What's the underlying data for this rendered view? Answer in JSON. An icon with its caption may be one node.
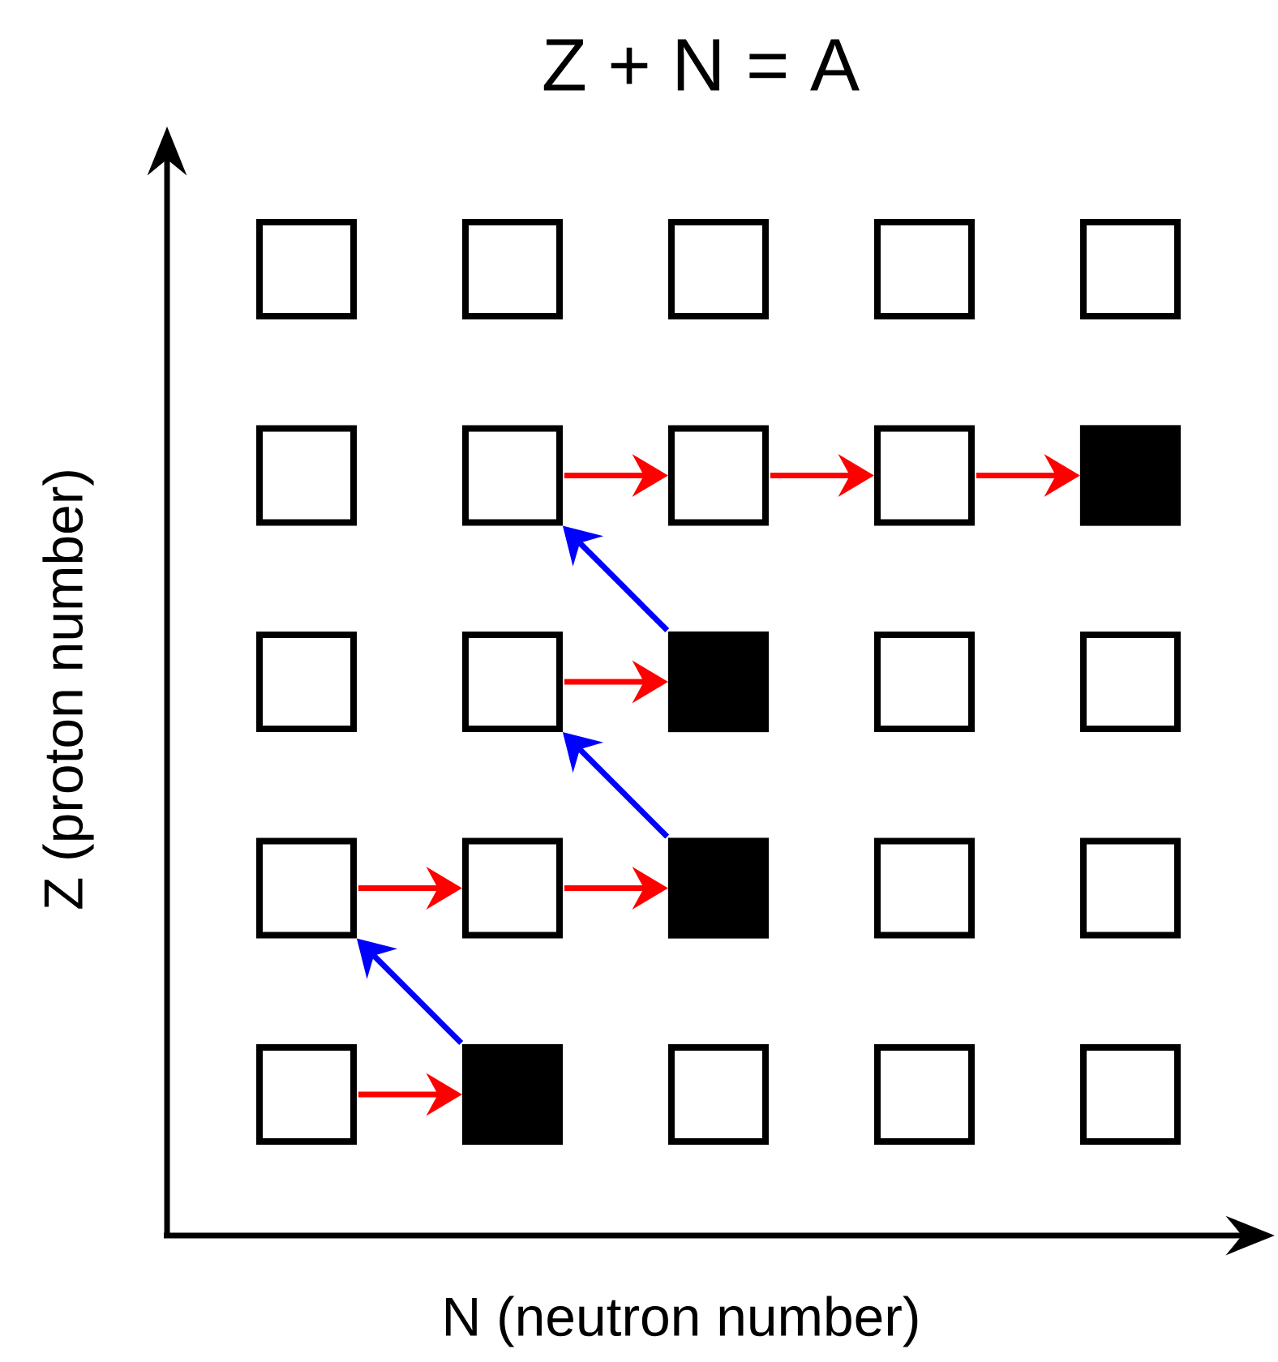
{
  "diagram": {
    "title": "Z + N = A",
    "nodes": [
      {
        "text": [],
        "shape": "box"
      },
      {
        "text": [],
        "shape": "box"
      },
      {
        "text": [],
        "shape": "box"
      },
      {
        "text": [],
        "shape": "box"
      },
      {
        "text": [],
        "shape": "box"
      },
      {
        "text": [],
        "shape": "box"
      },
      {
        "text": [],
        "shape": "box"
      },
      {
        "text": [],
        "shape": "box"
      },
      {
        "text": [],
        "shape": "box"
      },
      {
        "text": [],
        "shape": "block"
      },
      {
        "text": [],
        "shape": "box"
      },
      {
        "text": [],
        "shape": "box"
      },
      {
        "text": [],
        "shape": "block"
      },
      {
        "text": [],
        "shape": "box"
      },
      {
        "text": [],
        "shape": "box"
      },
      {
        "text": [],
        "shape": "box"
      },
      {
        "text": [],
        "shape": "box"
      },
      {
        "text": [],
        "shape": "block"
      },
      {
        "text": [],
        "shape": "box"
      },
      {
        "text": [],
        "shape": "box"
      },
      {
        "text": [],
        "shape": "box"
      },
      {
        "text": [],
        "shape": "block"
      },
      {
        "text": [],
        "shape": "box"
      },
      {
        "text": [],
        "shape": "box"
      },
      {
        "text": [],
        "shape": "box"
      }
    ],
    "edges": [
      {
        "from": 20,
        "to": 21,
        "arrow": "to"
      },
      {
        "from": 21,
        "to": 15,
        "arrow": "to",
        "color": "#0000ff"
      },
      {
        "from": 15,
        "to": 16,
        "arrow": "to"
      },
      {
        "from": 16,
        "to": 17,
        "arrow": "to"
      },
      {
        "from": 17,
        "to": 11,
        "arrow": "to",
        "color": "#0000ff"
      },
      {
        "from": 11,
        "to": 12,
        "arrow": "to"
      },
      {
        "from": 12,
        "to": 6,
        "arrow": "to",
        "color": "#0000ff"
      },
      {
        "from": 6,
        "to": 7,
        "arrow": "to"
      },
      {
        "from": 7,
        "to": 8,
        "arrow": "to"
      },
      {
        "from": 8,
        "to": 9,
        "arrow": "to"
      }
    ],
    "labels": [
      "Z (proton number)",
      "N (neutron number)"
    ]
  }
}
